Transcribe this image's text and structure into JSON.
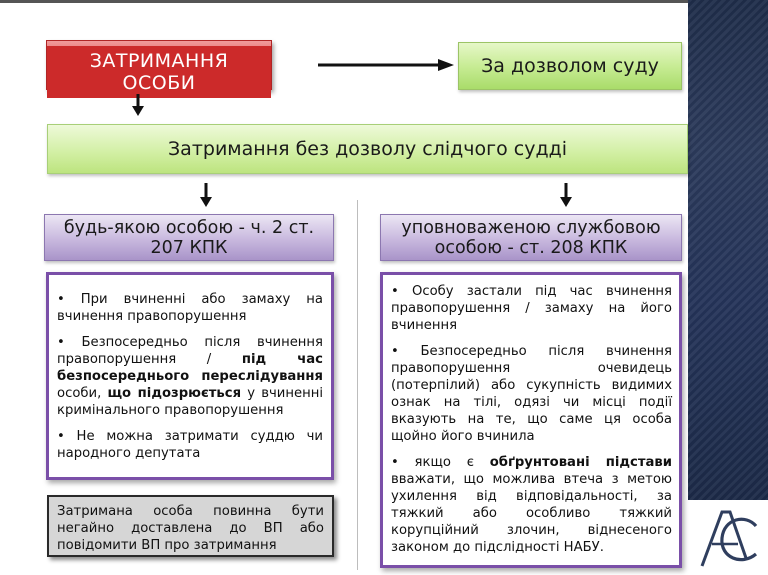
{
  "detention_title": "ЗАТРИМАННЯ ОСОБИ",
  "with_permission": "За дозволом суду",
  "without_permission": "Затримання без дозволу слідчого судді",
  "left_header_line1": "будь-якою особою - ч. 2 ст.",
  "left_header_line2": "207 КПК",
  "right_header_line1": "уповноваженою службовою",
  "right_header_line2": "особою - ст. 208 КПК",
  "left_items": {
    "i1": "При вчиненні або замаху на вчинення правопорушення",
    "i2a": "Безпосередньо після вчинення правопорушення / ",
    "i2b": "під час безпосереднього переслідування",
    "i2c": " особи, ",
    "i2d": "що підозрюється",
    "i2e": " у вчиненні кримінального правопорушення",
    "i3": "Не можна затримати суддю чи народного депутата"
  },
  "right_items": {
    "i1": "Особу застали під час вчинення правопорушення / замаху на його вчинення",
    "i2": "Безпосередньо після вчинення правопорушення очевидець (потерпілий) або сукупність видимих ознак на тілі, одязі чи місці події вказують на те, що саме ця особа щойно його вчинила",
    "i3a": "якщо є ",
    "i3b": "обґрунтовані підстави",
    "i3c": " вважати, що можлива втеча з метою ухилення від відповідальності, за тяжкий або особливо тяжкий корупційний злочин, віднесеного законом до підслідності НАБУ."
  },
  "note": "Затримана особа повинна бути негайно доставлена до ВП або повідомити ВП про затримання",
  "bullet": "•",
  "colors": {
    "red": "#cc2a2a",
    "green": "#c8ec95",
    "purple": "#7a4fa8",
    "navy": "#25345a"
  }
}
